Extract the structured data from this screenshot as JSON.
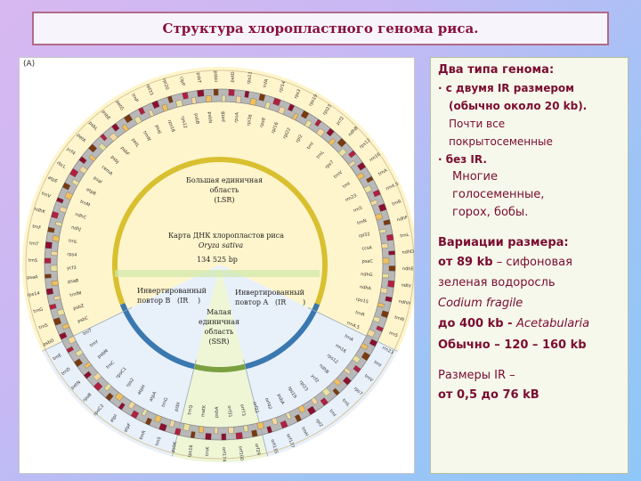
{
  "title": "Структура хлоропластного генома риса.",
  "figure": {
    "panel_label": "(A)",
    "center": {
      "lsc_line1": "Большая единичная",
      "lsc_line2": "область",
      "lsc_line3": "(LSR)",
      "map_title": "Карта ДНК хлоропластов риса",
      "species": "Oryza sativa",
      "size": "134 525 bp",
      "irb_line1": "Инвертированный",
      "irb_line2": "повтор B",
      "irb_abbr": "(IR",
      "irb_close": ")",
      "ira_line1": "Инвертированный",
      "ira_line2": "повтор A",
      "ira_abbr": "(IR",
      "ira_close": ")",
      "ssc_line1": "Малая",
      "ssc_line2": "единичная",
      "ssc_line3": "область",
      "ssc_line4": "(SSR)"
    },
    "genes": [
      "psbA",
      "trnK",
      "matK",
      "rps16",
      "trnQ",
      "psbK",
      "psbI",
      "trnS",
      "trnG",
      "trnR",
      "atpA",
      "atpF",
      "atpH",
      "atpI",
      "rps2",
      "rpoC2",
      "rpoC1",
      "rpoB",
      "trnC",
      "petN",
      "psbM",
      "trnD",
      "trnY",
      "trnE",
      "trnT",
      "psbD",
      "psbC",
      "trnS",
      "psbZ",
      "trnG",
      "trnfM",
      "rps14",
      "psaB",
      "psaA",
      "ycf3",
      "trnS",
      "rps4",
      "trnT",
      "trnL",
      "trnF",
      "ndhJ",
      "ndhK",
      "ndhC",
      "trnV",
      "trnM",
      "atpE",
      "atpB",
      "rbcL",
      "psaI",
      "ycf4",
      "cemA",
      "petA",
      "psbJ",
      "psbL",
      "psbF",
      "psbE",
      "petL",
      "petG",
      "trnW",
      "trnP",
      "psaJ",
      "rpl33",
      "rps18",
      "rpl20",
      "rps12",
      "clpP",
      "psbB",
      "psbT",
      "psbN",
      "psbH",
      "petB",
      "petD",
      "rpoA",
      "rps11",
      "rpl36",
      "infA",
      "rps8",
      "rpl14",
      "rpl16",
      "rps3",
      "rpl22",
      "rps19",
      "rpl2",
      "rpl23",
      "trnI",
      "ycf2",
      "trnL",
      "ndhB",
      "rps7",
      "rps12",
      "trnV",
      "rrn16",
      "trnI",
      "trnA",
      "rrn23",
      "rrn4.5",
      "rrn5",
      "trnR",
      "trnN",
      "ndhF",
      "rpl32",
      "trnL",
      "ccsA",
      "ndhD",
      "psaC",
      "ndhE",
      "ndhG",
      "ndhI",
      "ndhA",
      "ndhH",
      "rps15",
      "trnN",
      "trnR",
      "rrn5",
      "rrn4.5",
      "rrn23",
      "trnA",
      "trnI",
      "rrn16",
      "trnV",
      "rps12",
      "rps7",
      "ndhB",
      "trnL",
      "ycf2",
      "trnI",
      "rpl23",
      "rpl2",
      "rps19",
      "trnH",
      "psbA",
      "orf137",
      "orf42",
      "orf135",
      "orf22",
      "orf29",
      "orf73",
      "orf100",
      "orf31",
      "orf174"
    ]
  },
  "info": {
    "h1": "Два типа генома:",
    "bullet1_line1": "с двумя IR размером",
    "bullet1_line2": "(обычно около 20 kb).",
    "bullet1_line3": "Почти все",
    "bullet1_line4": "покрытосеменные",
    "bullet2_line1": "без IR.",
    "bullet2_line2": "Многие",
    "bullet2_line3": "голосеменные,",
    "bullet2_line4": "горох, бобы.",
    "h2": "Вариации размера:",
    "var1_bold": "от 89 kb",
    "var1_rest": " – сифоновая",
    "var1_line2": "зеленая  водоросль",
    "var1_species": "Codium fragile",
    "var2_bold": "до 400 kb - ",
    "var2_species": "Acetabularia",
    "usual": "Обычно – 120 – 160 kb",
    "ir_line1": "Размеры IR –",
    "ir_line2": "от 0,5 до 76 kB"
  }
}
